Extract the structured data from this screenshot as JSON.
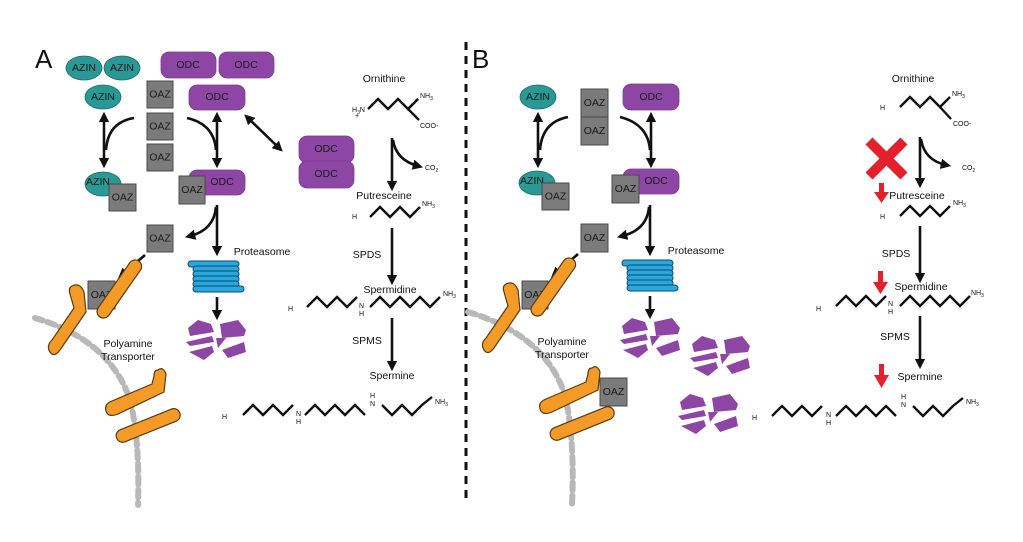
{
  "figure": {
    "panels": {
      "A": {
        "label": "A",
        "proteins": {
          "azin": "AZIN",
          "odc": "ODC",
          "oaz": "OAZ"
        },
        "proteasome_label": "Proteasome",
        "transporter_label_line1": "Polyamine",
        "transporter_label_line2": "Transporter"
      },
      "B": {
        "label": "B",
        "proteins": {
          "azin": "AZIN",
          "odc": "ODC",
          "oaz": "OAZ"
        },
        "proteasome_label": "Proteasome",
        "transporter_label_line1": "Polyamine",
        "transporter_label_line2": "Transporter"
      }
    },
    "pathway": {
      "molecules": [
        "Ornithine",
        "Putresceine",
        "Spermidine",
        "Spermine"
      ],
      "enzymes": {
        "spds": "SPDS",
        "spms": "SPMS"
      },
      "byproduct": "CO",
      "byproduct_sub": "2",
      "groups": {
        "h3n": "H",
        "n": "N",
        "nh3": "NH",
        "h2": "H",
        "coo": "COO-",
        "sub3": "3",
        "sub2": "2",
        "plus": "+"
      }
    },
    "colors": {
      "azin": "#2a9894",
      "odc": "#8e46a5",
      "oaz": "#7b7b7b",
      "transporter": "#f39a27",
      "proteasome": "#2aa7df",
      "inhibition": "#e4202a"
    }
  }
}
